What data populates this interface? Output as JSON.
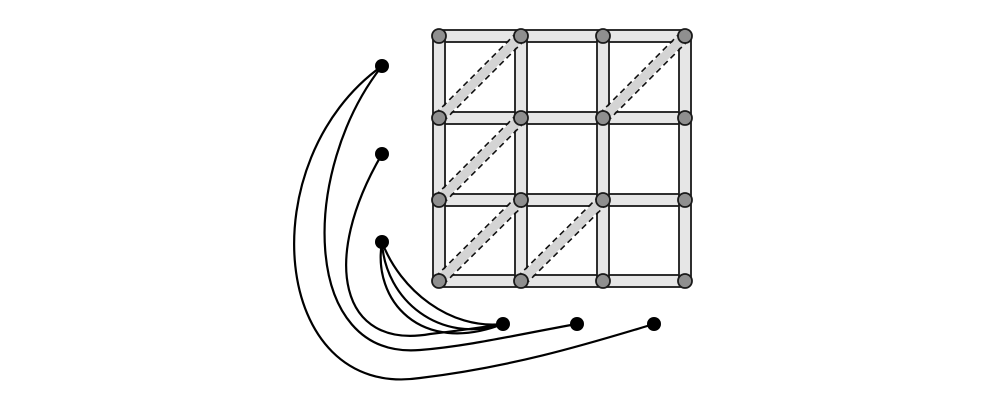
{
  "diagram": {
    "grid": {
      "rows": 3,
      "cols": 3,
      "diagonal_cells": [
        [
          0,
          0
        ],
        [
          0,
          2
        ],
        [
          1,
          0
        ],
        [
          2,
          0
        ],
        [
          2,
          1
        ]
      ],
      "bar_color": "#e6e6e6",
      "outline_color": "#1a1a1a",
      "node_color": "#8f8f8f",
      "diagonal_style": "dashed"
    },
    "external_nodes": {
      "count": 6,
      "color": "#000000"
    },
    "curves": {
      "count": 6,
      "color": "#000000"
    }
  }
}
